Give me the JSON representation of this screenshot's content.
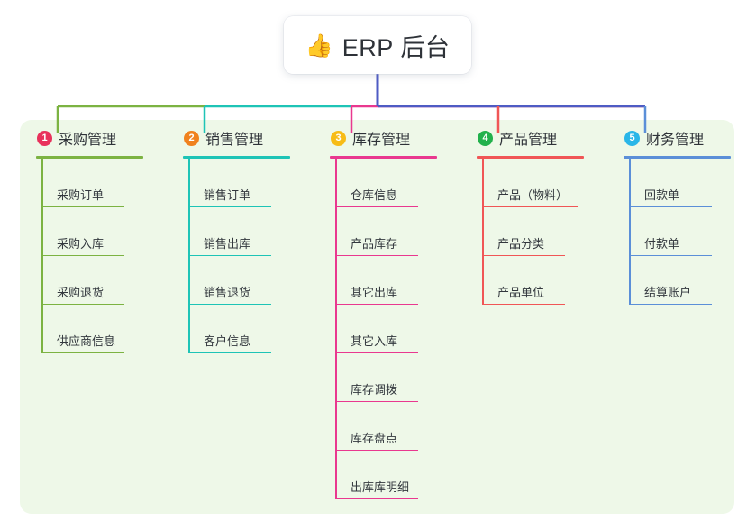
{
  "root": {
    "icon": "thumbs-up-icon",
    "emoji": "👍",
    "title": "ERP 后台"
  },
  "theme": {
    "panel_background": "#eef8e8",
    "page_background": "#ffffff",
    "root_card_background": "#ffffff",
    "root_connector_color": "#4e5bc4",
    "text_color": "#2e3238"
  },
  "branches": [
    {
      "number": "1",
      "title": "采购管理",
      "badge_color": "#e8315b",
      "line_color": "#7cb342",
      "items": [
        {
          "label": "采购订单"
        },
        {
          "label": "采购入库"
        },
        {
          "label": "采购退货"
        },
        {
          "label": "供应商信息"
        }
      ]
    },
    {
      "number": "2",
      "title": "销售管理",
      "badge_color": "#f0821e",
      "line_color": "#1ec4b6",
      "items": [
        {
          "label": "销售订单"
        },
        {
          "label": "销售出库"
        },
        {
          "label": "销售退货"
        },
        {
          "label": "客户信息"
        }
      ]
    },
    {
      "number": "3",
      "title": "库存管理",
      "badge_color": "#f7bc16",
      "line_color": "#e9388f",
      "items": [
        {
          "label": "仓库信息"
        },
        {
          "label": "产品库存"
        },
        {
          "label": "其它出库"
        },
        {
          "label": "其它入库"
        },
        {
          "label": "库存调拨"
        },
        {
          "label": "库存盘点"
        },
        {
          "label": "出库库明细"
        }
      ]
    },
    {
      "number": "4",
      "title": "产品管理",
      "badge_color": "#22b14c",
      "line_color": "#f05656",
      "items": [
        {
          "label": "产品（物料）",
          "wide": true
        },
        {
          "label": "产品分类"
        },
        {
          "label": "产品单位"
        }
      ]
    },
    {
      "number": "5",
      "title": "财务管理",
      "badge_color": "#29b6e8",
      "line_color": "#5b8fd8",
      "items": [
        {
          "label": "回款单"
        },
        {
          "label": "付款单"
        },
        {
          "label": "结算账户"
        }
      ]
    }
  ]
}
